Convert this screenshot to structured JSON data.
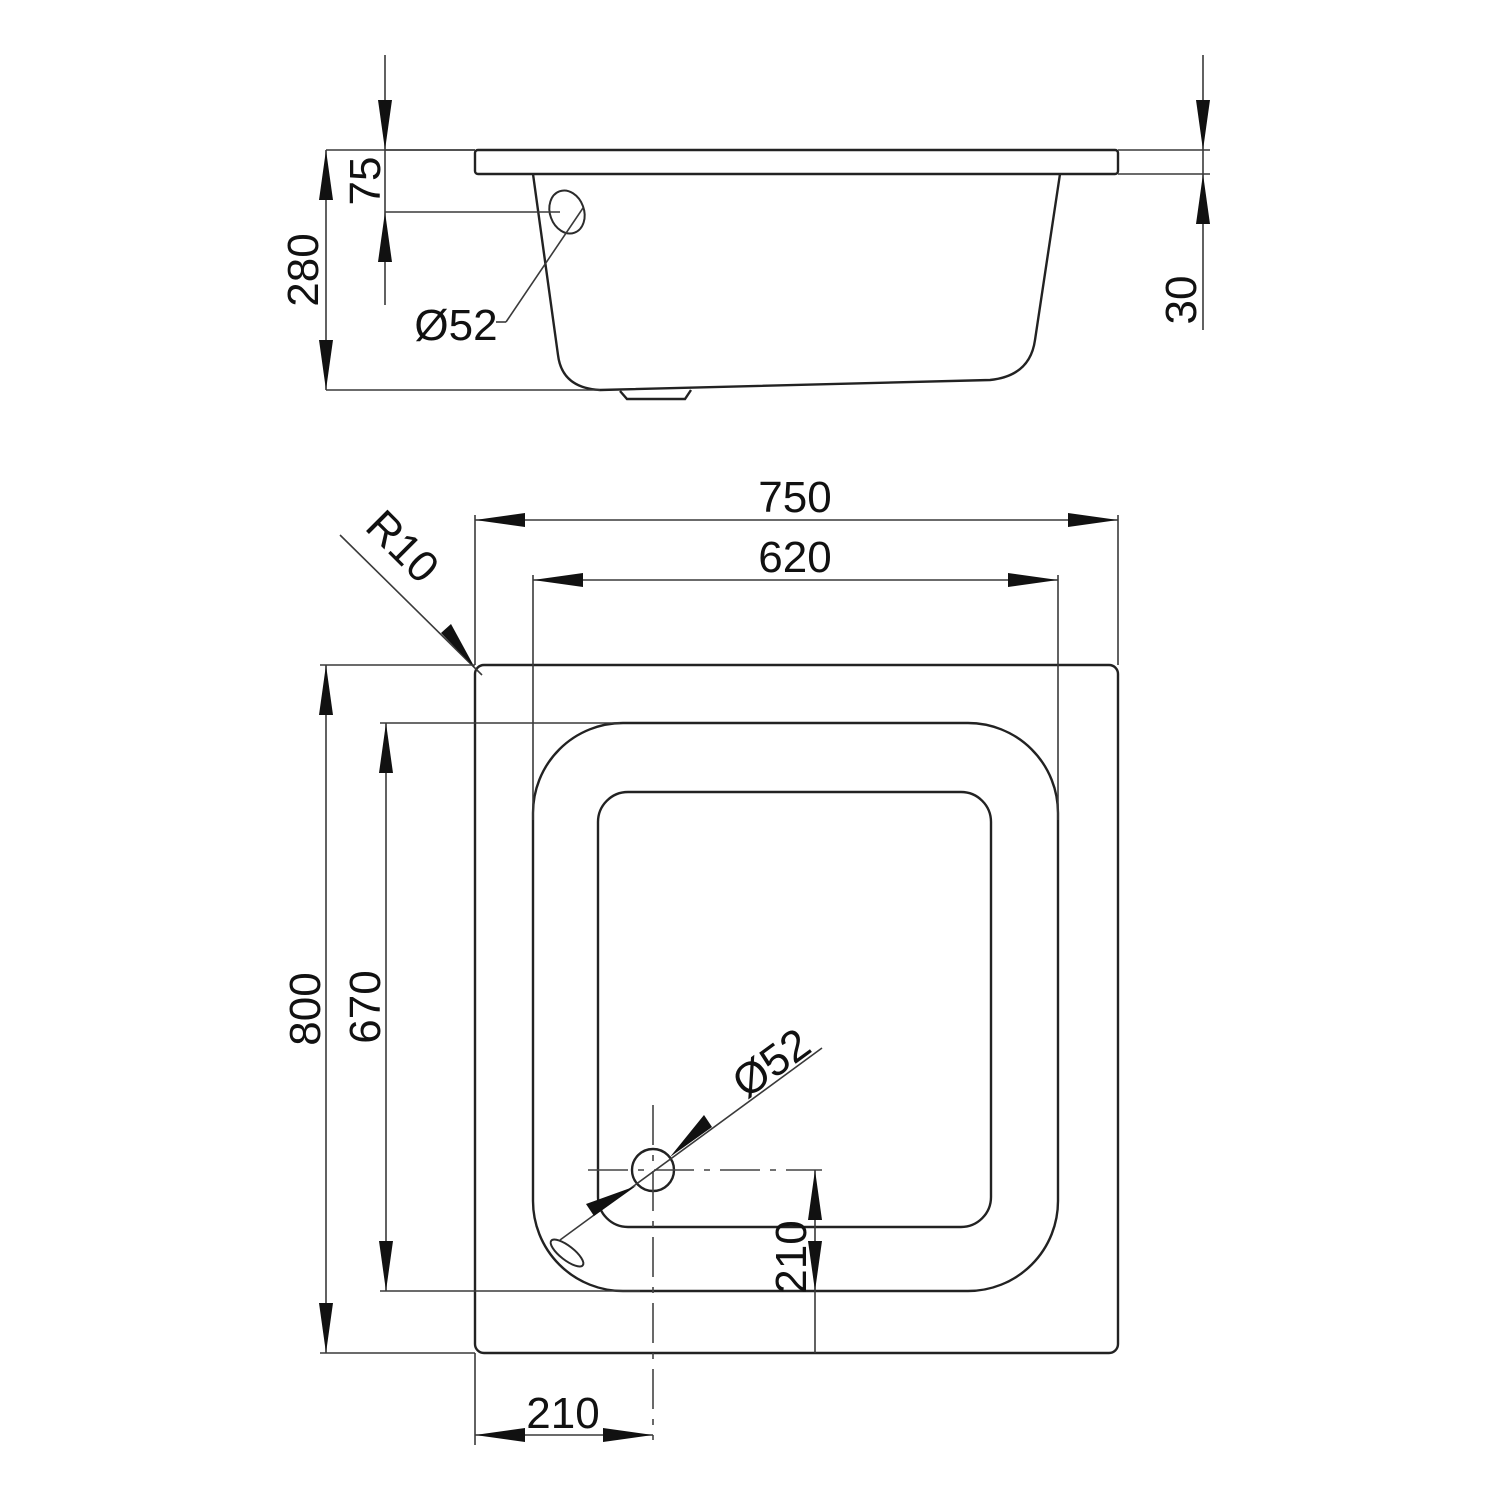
{
  "side_view": {
    "dim_flange": "75",
    "dim_height": "280",
    "dim_rim": "30",
    "dim_overflow": "Ø52"
  },
  "top_view": {
    "dim_outer_width": "750",
    "dim_inner_width": "620",
    "dim_corner_radius": "R10",
    "dim_outer_depth": "800",
    "dim_inner_depth": "670",
    "dim_drain": "Ø52",
    "dim_drain_y": "210",
    "dim_drain_x": "210"
  }
}
